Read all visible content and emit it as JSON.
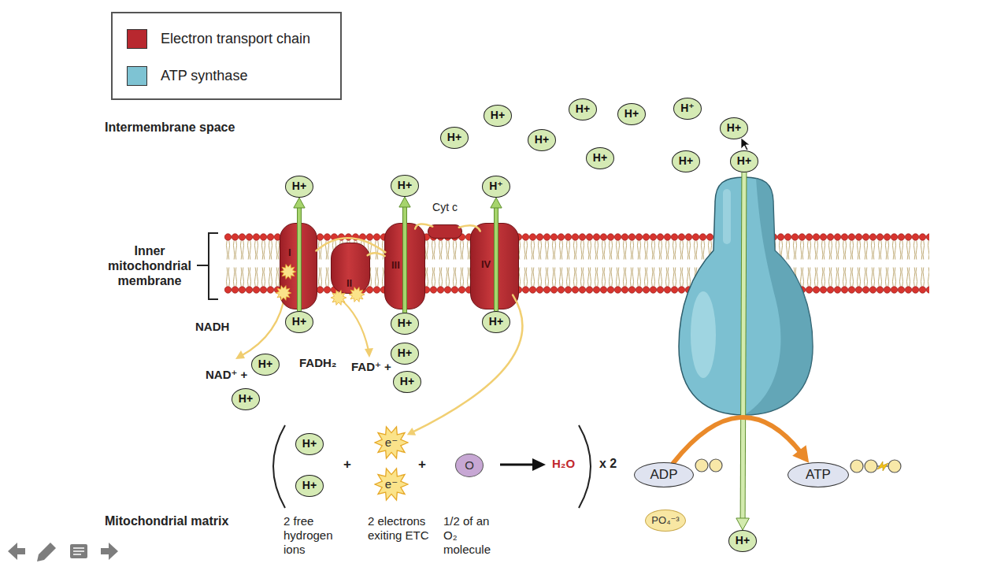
{
  "diagram": {
    "nodes": [
      {
        "text": [
          "H+"
        ]
      },
      {
        "text": [
          "H+"
        ]
      },
      {
        "text": [
          "H+"
        ]
      },
      {
        "text": [
          "H⁺"
        ]
      },
      {
        "text": [
          "H+"
        ]
      },
      {
        "text": [
          "H+"
        ]
      },
      {
        "text": [
          "H+"
        ]
      },
      {
        "text": [
          "H+"
        ]
      },
      {
        "text": [
          "H+"
        ]
      },
      {
        "text": [
          "H+"
        ]
      },
      {
        "text": [
          "H+"
        ]
      },
      {
        "text": [
          "H+"
        ]
      },
      {
        "text": [
          "H⁺"
        ]
      },
      {
        "text": [
          "Cyt c"
        ]
      },
      {
        "text": [
          "I"
        ]
      },
      {
        "text": [
          "II"
        ]
      },
      {
        "text": [
          "III"
        ]
      },
      {
        "text": [
          "IV"
        ]
      },
      {
        "text": [
          "H+"
        ]
      },
      {
        "text": [
          "H+"
        ]
      },
      {
        "text": [
          "H+"
        ]
      },
      {
        "text": [
          "H+"
        ]
      },
      {
        "text": [
          "H+"
        ]
      },
      {
        "text": [
          "H+"
        ]
      },
      {
        "text": [
          "H+"
        ]
      },
      {
        "text": [
          "H+"
        ]
      },
      {
        "text": [
          "e⁻"
        ]
      },
      {
        "text": [
          "O"
        ]
      },
      {
        "text": [
          "H+"
        ]
      },
      {
        "text": [
          "e⁻"
        ]
      },
      {
        "text": [
          "ADP"
        ]
      },
      {
        "text": [
          "ATP"
        ]
      },
      {
        "text": [
          "PO₄⁻³"
        ]
      },
      {
        "text": [
          "H+"
        ]
      }
    ],
    "edges": [
      {
        "from": 18,
        "to": 10,
        "arrow": "to"
      },
      {
        "from": 19,
        "to": 11,
        "arrow": "to"
      },
      {
        "from": 20,
        "to": 12,
        "arrow": "to"
      },
      {
        "from": 9,
        "to": 33,
        "arrow": "to"
      },
      {
        "from": 30,
        "to": 31,
        "arrow": "to"
      },
      {
        "from": 14,
        "to": 16,
        "arrow": "none"
      },
      {
        "from": 15,
        "to": 16,
        "arrow": "none"
      },
      {
        "from": 16,
        "to": 13,
        "arrow": "none"
      },
      {
        "from": 13,
        "to": 17,
        "arrow": "none"
      },
      {
        "from": 17,
        "to": 26,
        "arrow": "to"
      }
    ],
    "labels": [
      "Intermembrane space",
      "Inner mitochondrial membrane",
      "NADH",
      "NAD⁺ +",
      "FADH₂",
      "FAD⁺ +",
      "+",
      "+",
      "H₂O",
      "x 2",
      "2 free hydrogen ions",
      "2 electrons exiting ETC",
      "1/2 of an O₂ molecule",
      "Mitochondrial matrix"
    ],
    "legend": [
      {
        "text": "Electron transport chain",
        "color": "#b8282f"
      },
      {
        "text": "ATP synthase",
        "color": "#7ec3d3"
      }
    ]
  }
}
